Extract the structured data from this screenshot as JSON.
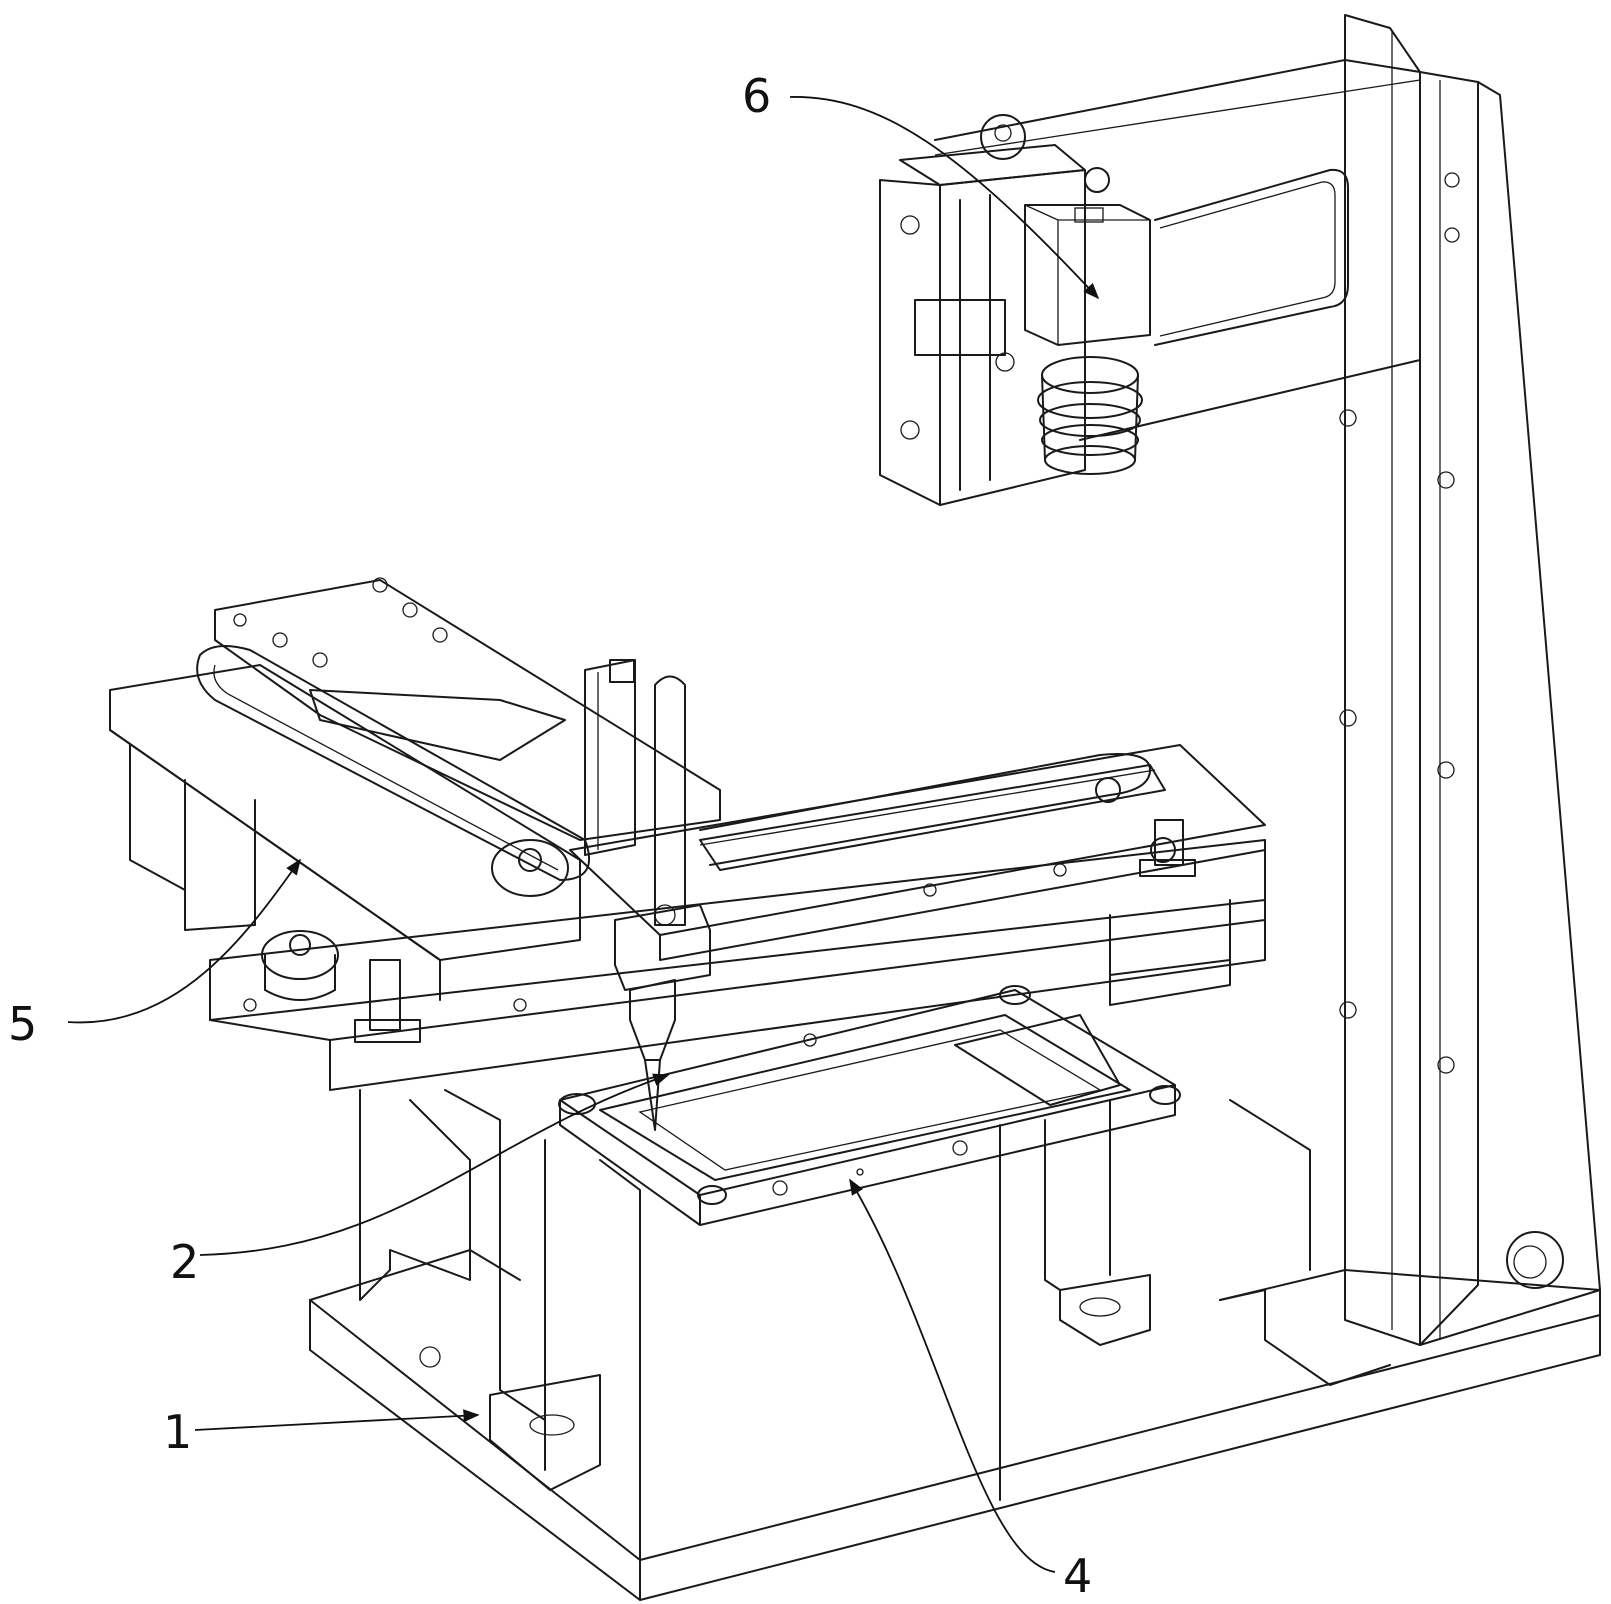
{
  "callouts": {
    "c1": "1",
    "c2": "2",
    "c4": "4",
    "c5": "5",
    "c6": "6"
  },
  "colors": {
    "line": "#1a1a1a",
    "background": "#ffffff"
  }
}
